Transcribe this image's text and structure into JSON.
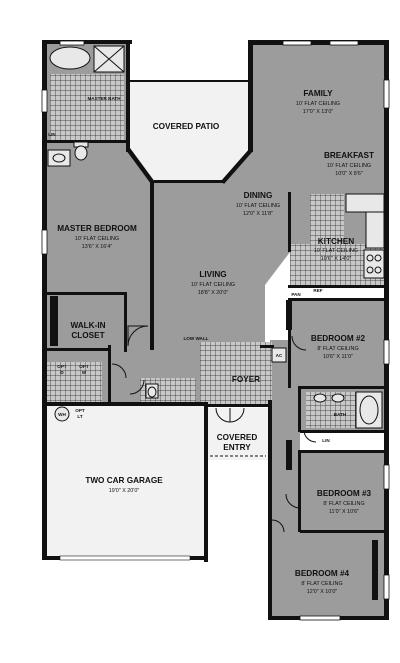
{
  "rooms": {
    "master_bath": {
      "name": "MASTER BATH"
    },
    "covered_patio": {
      "name": "COVERED PATIO"
    },
    "family": {
      "name": "FAMILY",
      "ceiling": "10' FLAT CEILING",
      "size": "17'0\" X 13'0\""
    },
    "breakfast": {
      "name": "BREAKFAST",
      "ceiling": "10' FLAT CEILING",
      "size": "10'0\" X 8'6\""
    },
    "dining": {
      "name": "DINING",
      "ceiling": "10' FLAT CEILING",
      "size": "12'0\" X 11'8\""
    },
    "master_bedroom": {
      "name": "MASTER BEDROOM",
      "ceiling": "10' FLAT CEILING",
      "size": "13'6\" X 16'4\""
    },
    "kitchen": {
      "name": "KITCHEN",
      "ceiling": "10' FLAT CEILING",
      "size": "10'6\" X 14'0\""
    },
    "living": {
      "name": "LIVING",
      "ceiling": "10' FLAT CEILING",
      "size": "18'8\" X 20'0\""
    },
    "walk_in_closet": {
      "line1": "WALK-IN",
      "line2": "CLOSET"
    },
    "bedroom2": {
      "name": "BEDROOM #2",
      "ceiling": "8' FLAT CEILING",
      "size": "10'6\" X 11'0\""
    },
    "foyer": {
      "name": "FOYER"
    },
    "bath": {
      "name": "BATH"
    },
    "covered_entry": {
      "line1": "COVERED",
      "line2": "ENTRY"
    },
    "bedroom3": {
      "name": "BEDROOM #3",
      "ceiling": "8' FLAT CEILING",
      "size": "11'0\" X 10'6\""
    },
    "garage": {
      "name": "TWO CAR GARAGE",
      "size": "19'0\" X 20'0\""
    },
    "bedroom4": {
      "name": "BEDROOM #4",
      "ceiling": "8' FLAT CEILING",
      "size": "12'0\" X 10'0\""
    }
  },
  "labels": {
    "low_wall": "LOW WALL",
    "pan": "PAN",
    "ref": "REF",
    "ac": "AC",
    "lin_bath": "LIN",
    "lin_hall": "LIN",
    "opt_d": "OPT",
    "opt_d2": "D",
    "opt_w": "OPT",
    "opt_w2": "W",
    "wh": "WH",
    "opt_lt": "OPT",
    "opt_lt2": "LT"
  },
  "icons": [
    "bathtub-icon",
    "shower-icon",
    "toilet-icon",
    "sink-icon",
    "range-icon",
    "swing-door-icon"
  ]
}
